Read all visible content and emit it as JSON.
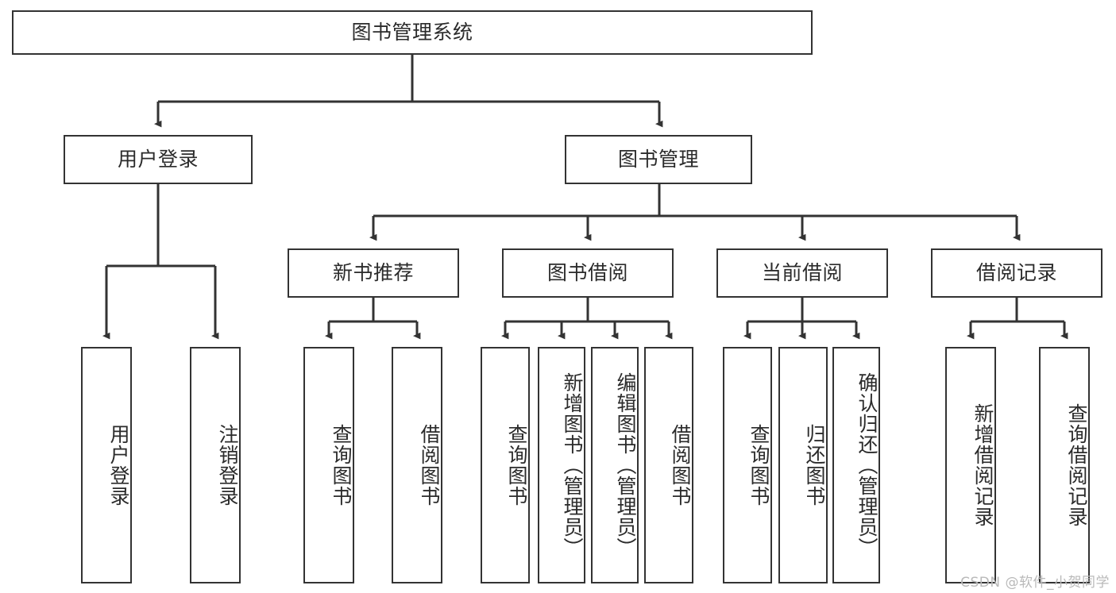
{
  "diagram": {
    "type": "tree-hierarchy",
    "title": "图书管理系统",
    "watermark": "CSDN @软件_小贺同学",
    "colors": {
      "stroke": "#333333",
      "fill": "#ffffff",
      "text": "#2b2b2b",
      "watermark": "#b9b9b9"
    },
    "levels": {
      "root": {
        "label": "图书管理系统"
      },
      "level2": [
        {
          "id": "user-login",
          "label": "用户登录"
        },
        {
          "id": "book-manage",
          "label": "图书管理"
        }
      ],
      "level3": [
        {
          "id": "new-book-recommend",
          "label": "新书推荐",
          "parent": "book-manage"
        },
        {
          "id": "book-borrow",
          "label": "图书借阅",
          "parent": "book-manage"
        },
        {
          "id": "current-borrow",
          "label": "当前借阅",
          "parent": "book-manage"
        },
        {
          "id": "borrow-record",
          "label": "借阅记录",
          "parent": "book-manage"
        }
      ],
      "leaves": [
        {
          "id": "leaf-user-login",
          "label": "用户登录",
          "parent": "user-login"
        },
        {
          "id": "leaf-user-logout",
          "label": "注销登录",
          "parent": "user-login"
        },
        {
          "id": "leaf-query-book-1",
          "label": "查询图书",
          "parent": "new-book-recommend"
        },
        {
          "id": "leaf-borrow-book-1",
          "label": "借阅图书",
          "parent": "new-book-recommend"
        },
        {
          "id": "leaf-query-book-2",
          "label": "查询图书",
          "parent": "book-borrow"
        },
        {
          "id": "leaf-add-book",
          "label": "新增图书（管理员）",
          "parent": "book-borrow"
        },
        {
          "id": "leaf-edit-book",
          "label": "编辑图书（管理员）",
          "parent": "book-borrow"
        },
        {
          "id": "leaf-borrow-book-2",
          "label": "借阅图书",
          "parent": "book-borrow"
        },
        {
          "id": "leaf-query-book-3",
          "label": "查询图书",
          "parent": "current-borrow"
        },
        {
          "id": "leaf-return-book",
          "label": "归还图书",
          "parent": "current-borrow"
        },
        {
          "id": "leaf-confirm-return",
          "label": "确认归还（管理员）",
          "parent": "current-borrow"
        },
        {
          "id": "leaf-add-record",
          "label": "新增借阅记录",
          "parent": "borrow-record"
        },
        {
          "id": "leaf-query-record",
          "label": "查询借阅记录",
          "parent": "borrow-record"
        }
      ]
    }
  }
}
